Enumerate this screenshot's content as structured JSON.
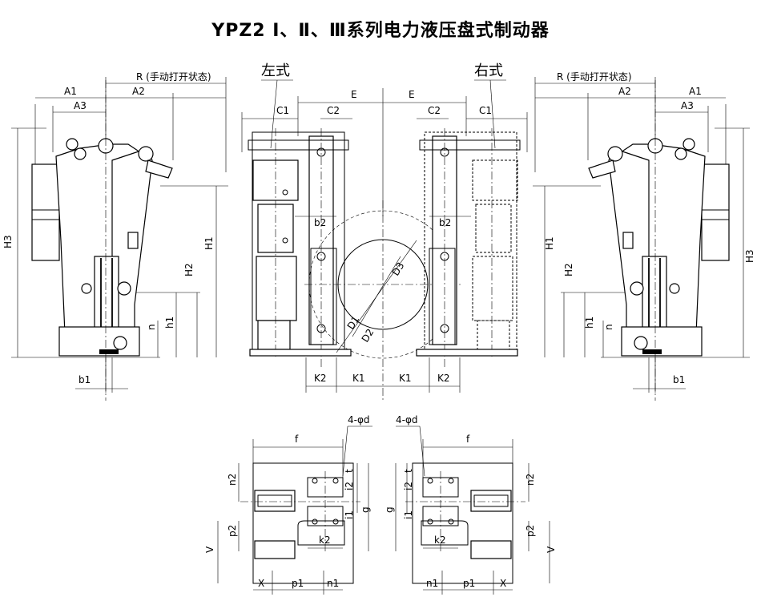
{
  "title": "YPZ2 Ⅰ、Ⅱ、Ⅲ系列电力液压盘式制动器",
  "labels": {
    "left_style": "左式",
    "right_style": "右式",
    "R": "R (手动打开状态)",
    "A1": "A1",
    "A2": "A2",
    "A3": "A3",
    "C1": "C1",
    "C2": "C2",
    "E": "E",
    "H1": "H1",
    "H2": "H2",
    "H3": "H3",
    "h1": "h1",
    "n": "n",
    "b1": "b1",
    "b2": "b2",
    "K1": "K1",
    "K2": "K2",
    "D1": "D1",
    "D2": "D2",
    "D3": "D3",
    "f": "f",
    "hole": "4-φd",
    "n2": "n2",
    "p2": "p2",
    "V": "V",
    "X": "X",
    "p1": "p1",
    "n1": "n1",
    "t": "t",
    "i1": "i1",
    "i2": "i2",
    "g": "g",
    "k2": "k2"
  },
  "icons": [
    "brake-arm-icon",
    "thruster-icon",
    "disc-circle-icon",
    "base-plate-icon"
  ]
}
